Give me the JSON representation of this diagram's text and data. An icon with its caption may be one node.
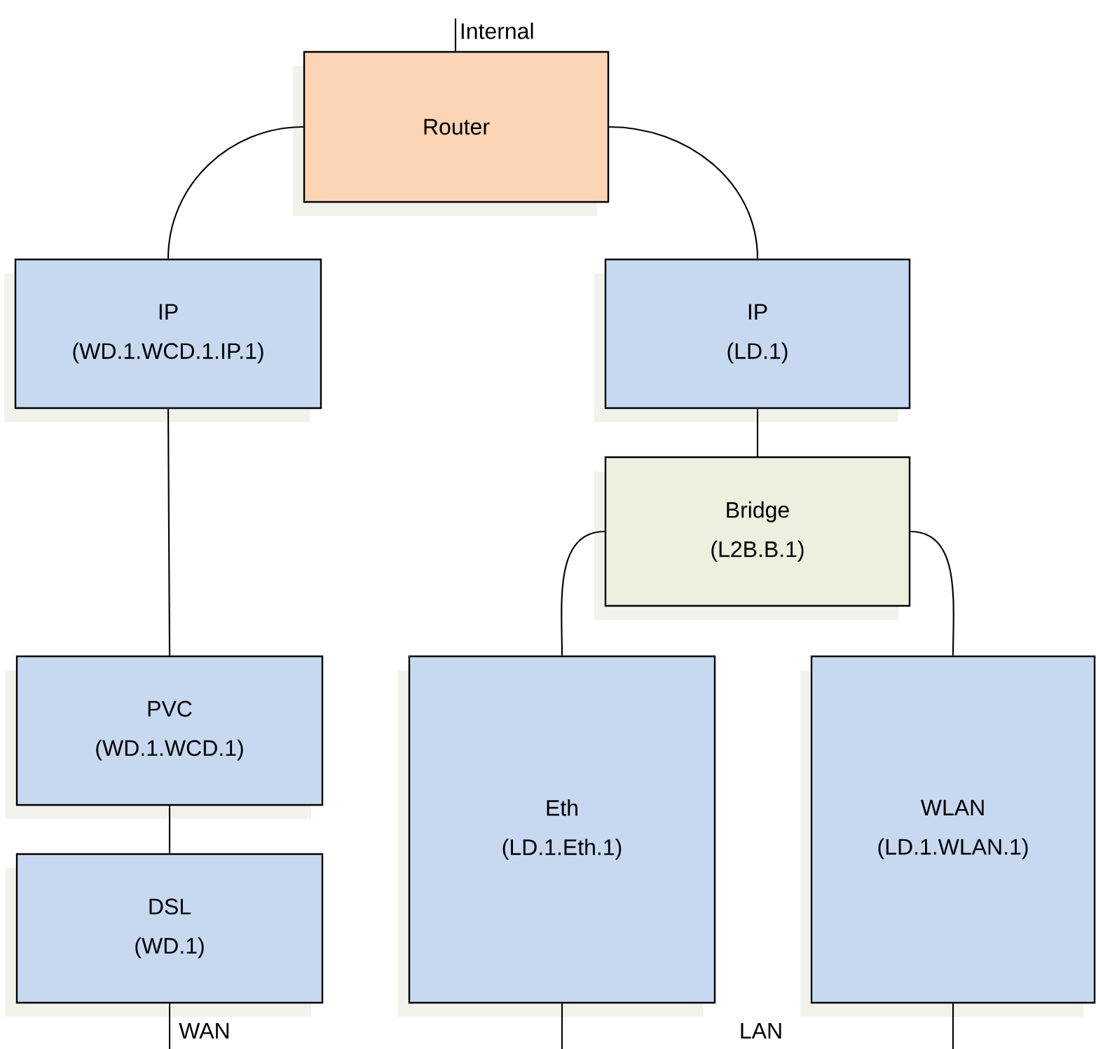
{
  "diagram": {
    "nodes": [
      {
        "text": [
          "Router"
        ]
      },
      {
        "text": [
          "IP",
          "(WD.1.WCD.1.IP.1)"
        ]
      },
      {
        "text": [
          "IP",
          "(LD.1)"
        ]
      },
      {
        "text": [
          "Bridge",
          "(L2B.B.1)"
        ]
      },
      {
        "text": [
          "PVC",
          "(WD.1.WCD.1)"
        ]
      },
      {
        "text": [
          "DSL",
          "(WD.1)"
        ]
      },
      {
        "text": [
          "Eth",
          "(LD.1.Eth.1)"
        ]
      },
      {
        "text": [
          "WLAN",
          "(LD.1.WLAN.1)"
        ]
      },
      {
        "text": [
          "Internal"
        ]
      }
    ],
    "edges": [
      {
        "from": 8,
        "to": 0,
        "arrow": "none"
      },
      {
        "from": 0,
        "to": 1,
        "arrow": "none"
      },
      {
        "from": 0,
        "to": 2,
        "arrow": "none"
      },
      {
        "from": 1,
        "to": 4,
        "arrow": "none"
      },
      {
        "from": 2,
        "to": 3,
        "arrow": "none"
      },
      {
        "from": 3,
        "to": 6,
        "arrow": "none"
      },
      {
        "from": 3,
        "to": 7,
        "arrow": "none"
      },
      {
        "from": 4,
        "to": 5,
        "arrow": "none"
      },
      {
        "from": 5,
        "to": null,
        "arrow": "none"
      },
      {
        "from": 6,
        "to": null,
        "arrow": "none"
      },
      {
        "from": 7,
        "to": null,
        "arrow": "none"
      }
    ],
    "labels": [
      "WAN",
      "LAN"
    ]
  }
}
